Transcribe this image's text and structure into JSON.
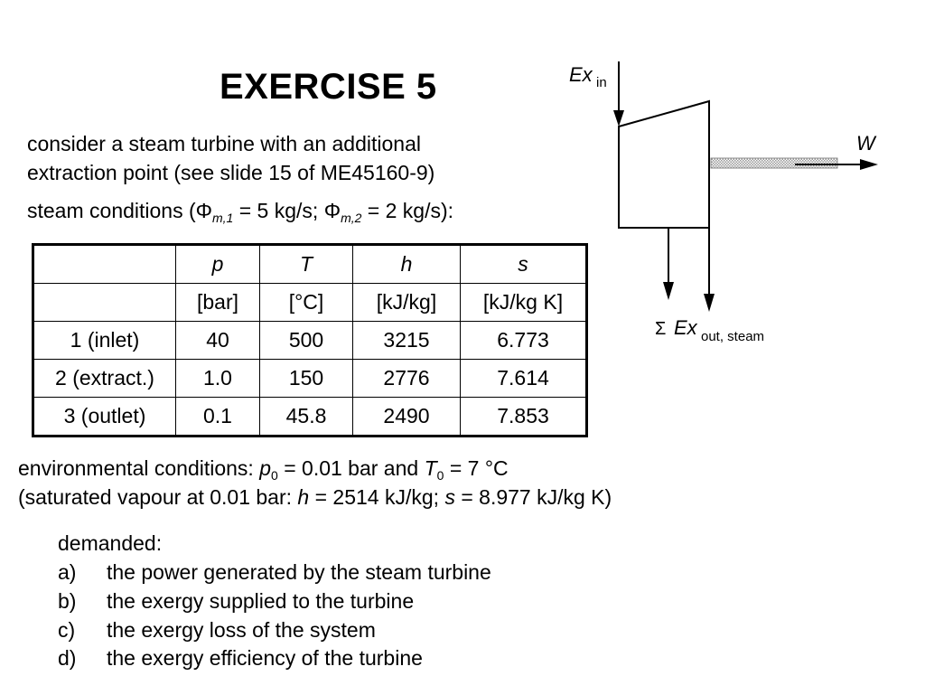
{
  "title": "EXERCISE 5",
  "intro": {
    "line1": "consider a steam turbine with an additional",
    "line2": "extraction point (see slide 15 of ME45160-9)",
    "cond_prefix": "steam conditions (",
    "phi_symbol": "Φ",
    "sub1": "m,1",
    "cond_mid1": " = 5 kg/s; ",
    "sub2": "m,2",
    "cond_end": " = 2 kg/s):"
  },
  "table": {
    "headers": [
      "",
      "p",
      "T",
      "h",
      "s"
    ],
    "units": [
      "",
      "[bar]",
      "[°C]",
      "[kJ/kg]",
      "[kJ/kg K]"
    ],
    "rows": [
      [
        "1 (inlet)",
        "40",
        "500",
        "3215",
        "6.773"
      ],
      [
        "2 (extract.)",
        "1.0",
        "150",
        "2776",
        "7.614"
      ],
      [
        "3 (outlet)",
        "0.1",
        "45.8",
        "2490",
        "7.853"
      ]
    ]
  },
  "environment": {
    "prefix": "environmental conditions: ",
    "p_sym": "p",
    "p_sub": "0",
    "p_val": " = 0.01 bar and ",
    "t_sym": "T",
    "t_sub": "0",
    "t_val": " = 7 °C",
    "sat_prefix": "(saturated vapour at 0.01 bar: ",
    "h_sym": "h",
    "h_val": " = 2514 kJ/kg; ",
    "s_sym": "s",
    "s_val": " = 8.977 kJ/kg K)"
  },
  "demanded": {
    "heading": "demanded:",
    "items": [
      {
        "letter": "a)",
        "text": "the power generated by the steam turbine"
      },
      {
        "letter": "b)",
        "text": "the exergy supplied to the turbine"
      },
      {
        "letter": "c)",
        "text": "the exergy loss of the system"
      },
      {
        "letter": "d)",
        "text": "the exergy efficiency of the turbine"
      }
    ]
  },
  "diagram": {
    "ex_in": "Ex",
    "ex_in_sub": "in",
    "work": "W",
    "sigma": "Σ",
    "ex_out": "Ex",
    "ex_out_sub": "out, steam"
  }
}
